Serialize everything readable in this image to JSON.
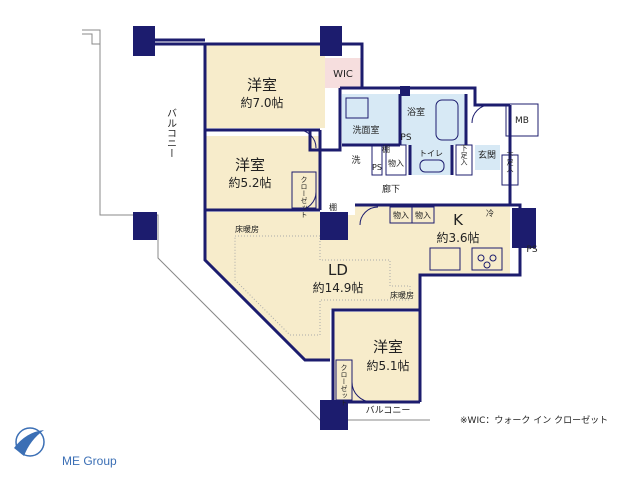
{
  "rooms": {
    "western1": {
      "name": "洋室",
      "size": "約7.0帖"
    },
    "western2": {
      "name": "洋室",
      "size": "約5.2帖"
    },
    "ld": {
      "name": "LD",
      "size": "約14.9帖"
    },
    "kitchen": {
      "name": "K",
      "size": "約3.6帖"
    },
    "western3": {
      "name": "洋室",
      "size": "約5.1帖"
    }
  },
  "labels": {
    "wic": "WIC",
    "bath": "浴室",
    "washroom": "洗面室",
    "ps1": "PS",
    "ps2": "PS",
    "ps3": "PS",
    "wash": "洗",
    "shelf1": "棚",
    "shelf2": "棚",
    "storage1": "物入",
    "storage2": "物入",
    "storage3": "物入",
    "toilet": "トイレ",
    "shoe1": "下足入",
    "shoe2": "下足入",
    "entrance": "玄関",
    "hallway": "廊下",
    "mb": "MB",
    "closet1": "クローゼット",
    "closet2": "クローゼット",
    "floor_heat1": "床暖房",
    "floor_heat2": "床暖房",
    "fridge": "冷",
    "balcony_left": "バルコニー",
    "balcony_bottom": "バルコニー"
  },
  "note": "※WIC：ウォーク イン クローゼット",
  "logo_text": "ME Group",
  "colors": {
    "wall": "#1c1c6e",
    "room_fill": "#f7eccb",
    "wic_fill": "#f6dede",
    "wet_fill": "#d7e9f5",
    "hall_fill": "#ffffff",
    "logo": "#3b6fb5"
  }
}
